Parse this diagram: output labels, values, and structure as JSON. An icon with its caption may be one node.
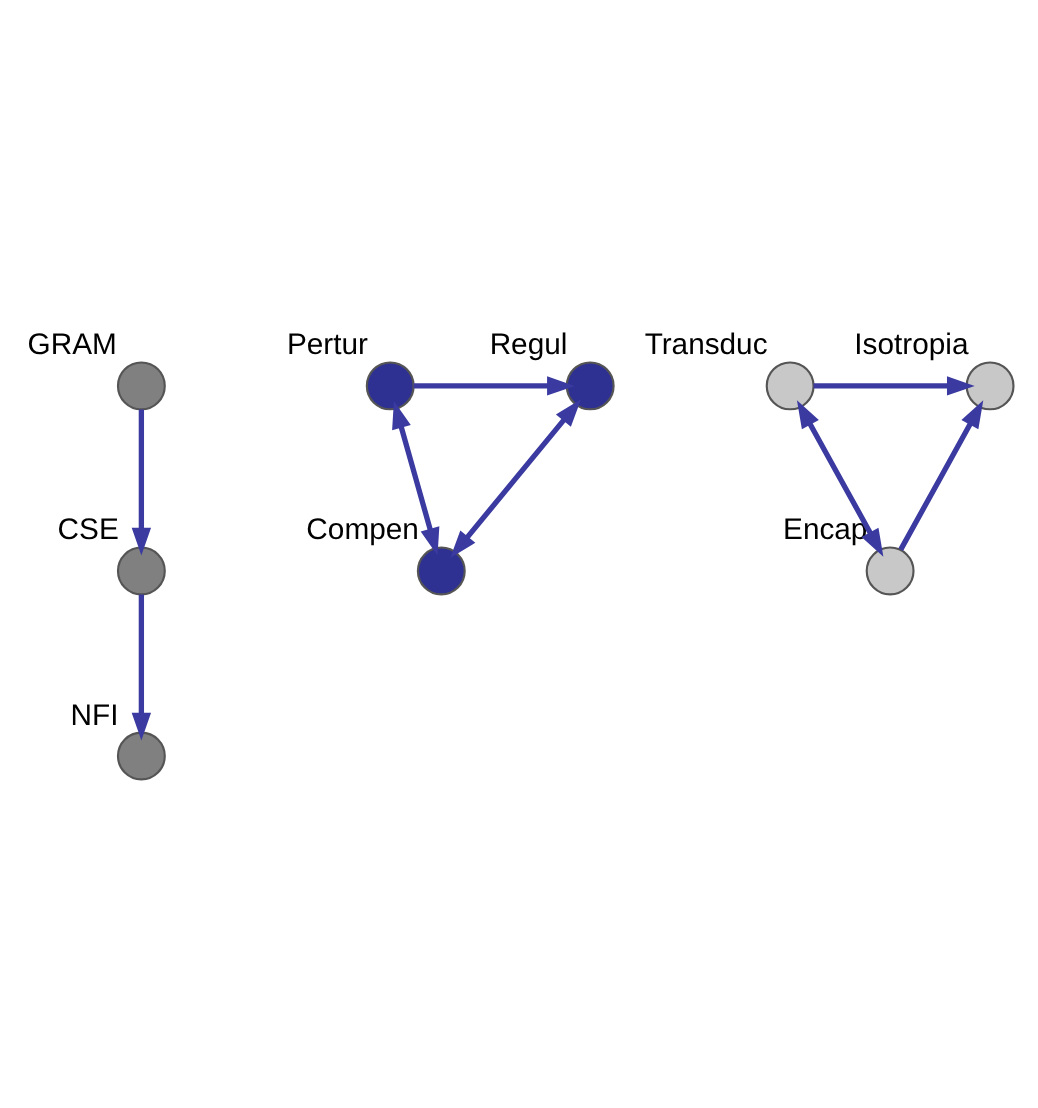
{
  "diagram": {
    "nodes": [
      {
        "text": [
          "NFI"
        ]
      },
      {
        "text": [
          "CSE"
        ]
      },
      {
        "text": [
          "GRAM"
        ]
      },
      {
        "text": [
          "Pertur"
        ]
      },
      {
        "text": [
          "Regul"
        ]
      },
      {
        "text": [
          "Compen"
        ]
      },
      {
        "text": [
          "Transduc"
        ]
      },
      {
        "text": [
          "Isotropia"
        ]
      },
      {
        "text": [
          "Encap"
        ]
      }
    ],
    "edges": [
      {
        "from": 2,
        "to": 1,
        "arrow": "to"
      },
      {
        "from": 1,
        "to": 0,
        "arrow": "to"
      },
      {
        "from": 3,
        "to": 4,
        "arrow": "to"
      },
      {
        "from": 3,
        "to": 5,
        "arrow": "both"
      },
      {
        "from": 5,
        "to": 4,
        "arrow": "both"
      },
      {
        "from": 6,
        "to": 7,
        "arrow": "to"
      },
      {
        "from": 6,
        "to": 8,
        "arrow": "both"
      },
      {
        "from": 8,
        "to": 7,
        "arrow": "to"
      }
    ]
  }
}
